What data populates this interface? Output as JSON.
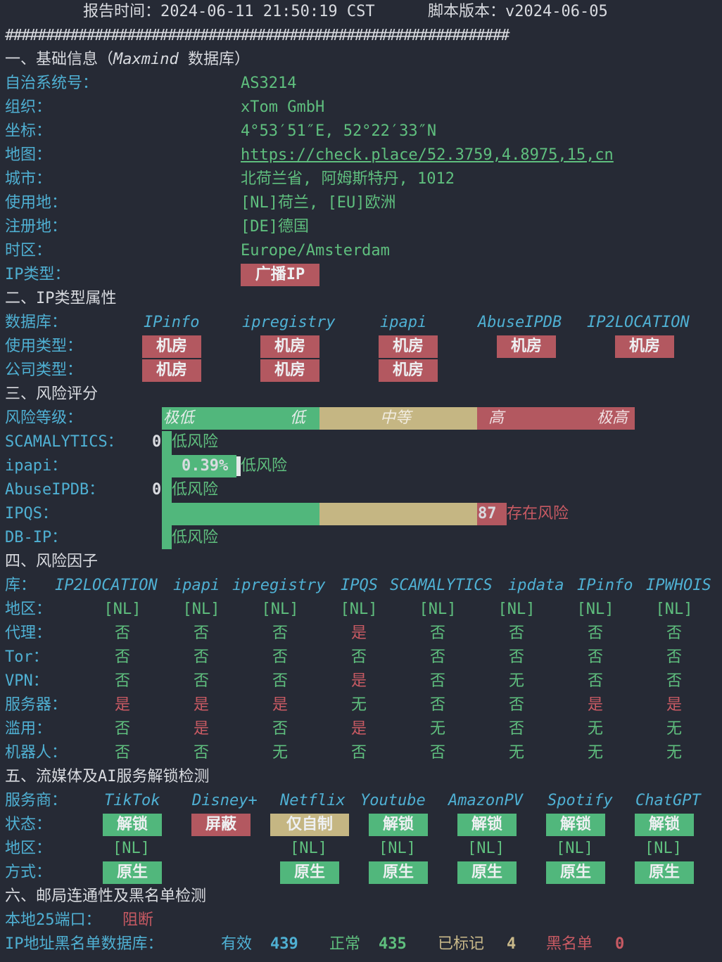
{
  "header": {
    "report_time": "报告时间：2024-06-11 21:50:19 CST",
    "script_version": "脚本版本：v2024-06-05",
    "separator": "##############################################################"
  },
  "basic": {
    "title": "一、基础信息（",
    "title_italic": "Maxmind",
    "title_end": " 数据库）",
    "rows": [
      {
        "label": "自治系统号：",
        "value": "AS3214"
      },
      {
        "label": "组织：",
        "value": "xTom GmbH"
      },
      {
        "label": "坐标：",
        "value": "4°53′51″E, 52°22′33″N"
      },
      {
        "label": "地图：",
        "value": "https://check.place/52.3759,4.8975,15,cn"
      },
      {
        "label": "城市：",
        "value": "北荷兰省, 阿姆斯特丹, 1012"
      },
      {
        "label": "使用地：",
        "value": "[NL]荷兰, [EU]欧洲"
      },
      {
        "label": "注册地：",
        "value": "[DE]德国"
      },
      {
        "label": "时区：",
        "value": "Europe/Amsterdam"
      },
      {
        "label": "IP类型：",
        "value": "广播IP"
      }
    ]
  },
  "iptype": {
    "title": "二、IP类型属性",
    "db_label": "数据库：",
    "dbs": [
      "IPinfo",
      "ipregistry",
      "ipapi",
      "AbuseIPDB",
      "IP2LOCATION"
    ],
    "usage_label": "使用类型：",
    "usage": [
      "机房",
      "机房",
      "机房",
      "机房",
      "机房"
    ],
    "company_label": "公司类型：",
    "company": [
      "机房",
      "机房",
      "机房"
    ]
  },
  "risk": {
    "title": "三、风险评分",
    "level_label": "风险等级：",
    "scale": [
      "极低",
      "低",
      "中等",
      "高",
      "极高"
    ],
    "rows": [
      {
        "label": "SCAMALYTICS：",
        "score": "0",
        "text": "低风险"
      },
      {
        "label": "ipapi：",
        "score": "0.39%",
        "text": "低风险"
      },
      {
        "label": "AbuseIPDB：",
        "score": "0",
        "text": "低风险"
      },
      {
        "label": "IPQS：",
        "score": "87",
        "text": "存在风险"
      },
      {
        "label": "DB-IP：",
        "score": "",
        "text": "低风险"
      }
    ],
    "ipqs_level": 0.87
  },
  "factors": {
    "title": "四、风险因子",
    "lib_label": "库：",
    "libs": [
      "IP2LOCATION",
      "ipapi",
      "ipregistry",
      "IPQS",
      "SCAMALYTICS",
      "ipdata",
      "IPinfo",
      "IPWHOIS"
    ],
    "rows": [
      {
        "label": "地区：",
        "values": [
          "[NL]",
          "[NL]",
          "[NL]",
          "[NL]",
          "[NL]",
          "[NL]",
          "[NL]",
          "[NL]"
        ]
      },
      {
        "label": "代理：",
        "values": [
          "否",
          "否",
          "否",
          "是",
          "否",
          "否",
          "否",
          "否"
        ]
      },
      {
        "label": "Tor：",
        "values": [
          "否",
          "否",
          "否",
          "否",
          "否",
          "否",
          "否",
          "否"
        ]
      },
      {
        "label": "VPN：",
        "values": [
          "否",
          "否",
          "否",
          "是",
          "否",
          "无",
          "否",
          "否"
        ]
      },
      {
        "label": "服务器：",
        "values": [
          "是",
          "是",
          "是",
          "无",
          "否",
          "否",
          "是",
          "是"
        ]
      },
      {
        "label": "滥用：",
        "values": [
          "否",
          "是",
          "否",
          "是",
          "无",
          "否",
          "无",
          "无"
        ]
      },
      {
        "label": "机器人：",
        "values": [
          "否",
          "否",
          "无",
          "否",
          "否",
          "无",
          "无",
          "无"
        ]
      }
    ]
  },
  "streaming": {
    "title": "五、流媒体及AI服务解锁检测",
    "provider_label": "服务商：",
    "providers": [
      "TikTok",
      "Disney+",
      "Netflix",
      "Youtube",
      "AmazonPV",
      "Spotify",
      "ChatGPT"
    ],
    "status_label": "状态：",
    "status": [
      "解锁",
      "屏蔽",
      "仅自制",
      "解锁",
      "解锁",
      "解锁",
      "解锁"
    ],
    "region_label": "地区：",
    "region": [
      "[NL]",
      "",
      "[NL]",
      "[NL]",
      "[NL]",
      "[NL]",
      "[NL]"
    ],
    "method_label": "方式：",
    "method": [
      "原生",
      "",
      "原生",
      "原生",
      "原生",
      "原生",
      "原生"
    ]
  },
  "mail": {
    "title": "六、邮局连通性及黑名单检测",
    "port_label": "本地25端口：",
    "port_value": "阻断",
    "bl_label": "IP地址黑名单数据库：",
    "valid_label": "有效",
    "valid": "439",
    "normal_label": "正常",
    "normal": "435",
    "marked_label": "已标记",
    "marked": "4",
    "black_label": "黑名单",
    "black": "0"
  },
  "colors": {
    "background": "#262a35",
    "label": "#4fb0d3",
    "good": "#5fbf7e",
    "bad": "#c85a63",
    "warn": "#c9b98a"
  }
}
